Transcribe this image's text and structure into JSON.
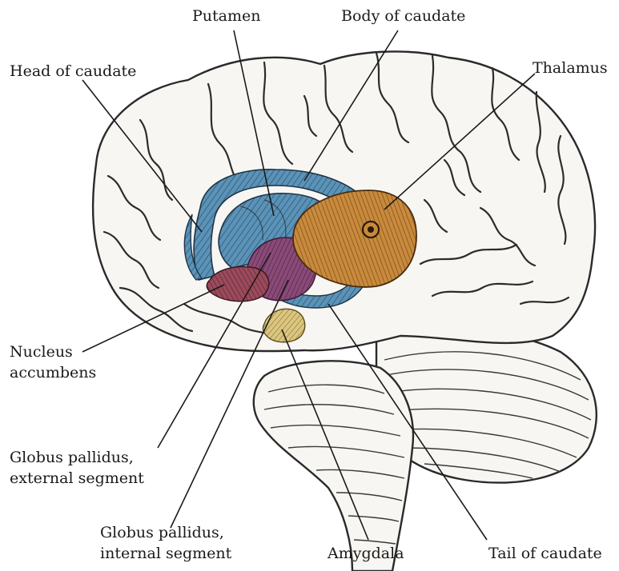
{
  "labels": {
    "putamen": "Putamen",
    "body_of_caudate": "Body of caudate",
    "head_of_caudate": "Head of caudate",
    "thalamus": "Thalamus",
    "nucleus_accumbens_1": "Nucleus",
    "nucleus_accumbens_2": "accumbens",
    "gp_external_1": "Globus pallidus,",
    "gp_external_2": "external segment",
    "gp_internal_1": "Globus pallidus,",
    "gp_internal_2": "internal segment",
    "amygdala": "Amygdala",
    "tail_of_caudate": "Tail of caudate"
  },
  "colors": {
    "caudate": "#5b93b8",
    "putamen": "#5b8fb0",
    "thalamus": "#c98a3c",
    "globus_pallidus": "#8a4a78",
    "nucleus_accumbens": "#9b4a5c",
    "amygdala": "#d9c27a",
    "cortex": "#f7f6f3"
  }
}
